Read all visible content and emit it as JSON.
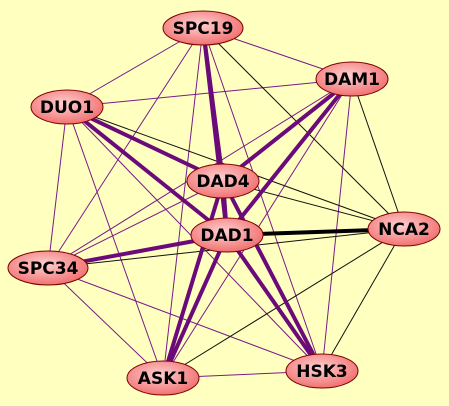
{
  "graph": {
    "background": "#ffffc0",
    "node_fill_center": "#ffd0d0",
    "node_fill_edge": "#f06a6a",
    "node_stroke": "#7a0000",
    "nodes": [
      {
        "id": "SPC19",
        "label": "SPC19"
      },
      {
        "id": "DAM1",
        "label": "DAM1"
      },
      {
        "id": "DUO1",
        "label": "DUO1"
      },
      {
        "id": "DAD4",
        "label": "DAD4"
      },
      {
        "id": "DAD1",
        "label": "DAD1"
      },
      {
        "id": "NCA2",
        "label": "NCA2"
      },
      {
        "id": "SPC34",
        "label": "SPC34"
      },
      {
        "id": "ASK1",
        "label": "ASK1"
      },
      {
        "id": "HSK3",
        "label": "HSK3"
      }
    ],
    "edge_styles": {
      "thin_purple": {
        "color": "#7a1a8a",
        "weight": 1
      },
      "thick_purple": {
        "color": "#6b0a7a",
        "weight": 4
      },
      "thin_black": {
        "color": "#111111",
        "weight": 1
      },
      "thick_black": {
        "color": "#000000",
        "weight": 4
      }
    },
    "edges": [
      {
        "source": "SPC19",
        "target": "DAD4",
        "style": "thick_purple"
      },
      {
        "source": "SPC19",
        "target": "DAD1",
        "style": "thick_purple"
      },
      {
        "source": "DAM1",
        "target": "DAD4",
        "style": "thick_purple"
      },
      {
        "source": "DAM1",
        "target": "DAD1",
        "style": "thick_purple"
      },
      {
        "source": "DUO1",
        "target": "DAD4",
        "style": "thick_purple"
      },
      {
        "source": "DUO1",
        "target": "DAD1",
        "style": "thick_purple"
      },
      {
        "source": "DAD4",
        "target": "DAD1",
        "style": "thick_purple"
      },
      {
        "source": "DAD1",
        "target": "SPC34",
        "style": "thick_purple"
      },
      {
        "source": "DAD1",
        "target": "ASK1",
        "style": "thick_purple"
      },
      {
        "source": "DAD1",
        "target": "HSK3",
        "style": "thick_purple"
      },
      {
        "source": "DAD4",
        "target": "ASK1",
        "style": "thick_purple"
      },
      {
        "source": "DAD4",
        "target": "HSK3",
        "style": "thick_purple"
      },
      {
        "source": "DAD1",
        "target": "NCA2",
        "style": "thick_black"
      },
      {
        "source": "SPC19",
        "target": "DUO1",
        "style": "thin_purple"
      },
      {
        "source": "SPC19",
        "target": "SPC34",
        "style": "thin_purple"
      },
      {
        "source": "SPC19",
        "target": "ASK1",
        "style": "thin_purple"
      },
      {
        "source": "SPC19",
        "target": "HSK3",
        "style": "thin_purple"
      },
      {
        "source": "SPC19",
        "target": "DAM1",
        "style": "thin_purple"
      },
      {
        "source": "DAM1",
        "target": "DUO1",
        "style": "thin_purple"
      },
      {
        "source": "DAM1",
        "target": "SPC34",
        "style": "thin_purple"
      },
      {
        "source": "DAM1",
        "target": "ASK1",
        "style": "thin_purple"
      },
      {
        "source": "DAM1",
        "target": "HSK3",
        "style": "thin_purple"
      },
      {
        "source": "DUO1",
        "target": "SPC34",
        "style": "thin_purple"
      },
      {
        "source": "DUO1",
        "target": "ASK1",
        "style": "thin_purple"
      },
      {
        "source": "DUO1",
        "target": "HSK3",
        "style": "thin_purple"
      },
      {
        "source": "DAD4",
        "target": "SPC34",
        "style": "thin_purple"
      },
      {
        "source": "SPC34",
        "target": "ASK1",
        "style": "thin_purple"
      },
      {
        "source": "SPC34",
        "target": "HSK3",
        "style": "thin_purple"
      },
      {
        "source": "ASK1",
        "target": "HSK3",
        "style": "thin_purple"
      },
      {
        "source": "SPC19",
        "target": "NCA2",
        "style": "thin_black"
      },
      {
        "source": "DAM1",
        "target": "NCA2",
        "style": "thin_black"
      },
      {
        "source": "DUO1",
        "target": "NCA2",
        "style": "thin_black"
      },
      {
        "source": "DAD4",
        "target": "NCA2",
        "style": "thin_black"
      },
      {
        "source": "SPC34",
        "target": "NCA2",
        "style": "thin_black"
      },
      {
        "source": "ASK1",
        "target": "NCA2",
        "style": "thin_black"
      },
      {
        "source": "HSK3",
        "target": "NCA2",
        "style": "thin_black"
      }
    ]
  }
}
